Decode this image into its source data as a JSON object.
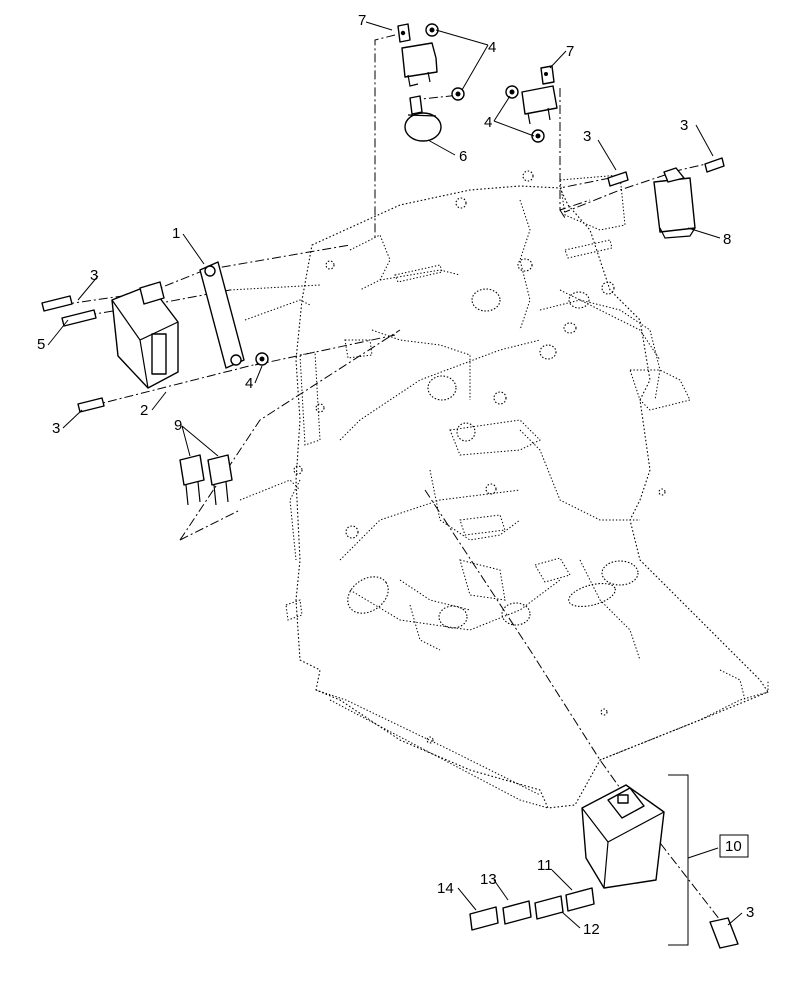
{
  "callouts": [
    {
      "id": "c7a",
      "text": "7"
    },
    {
      "id": "c4a",
      "text": "4"
    },
    {
      "id": "c7b",
      "text": "7"
    },
    {
      "id": "c4b",
      "text": "4"
    },
    {
      "id": "c6",
      "text": "6"
    },
    {
      "id": "c3a",
      "text": "3"
    },
    {
      "id": "c3b",
      "text": "3"
    },
    {
      "id": "c8",
      "text": "8"
    },
    {
      "id": "c1",
      "text": "1"
    },
    {
      "id": "c3c",
      "text": "3"
    },
    {
      "id": "c5",
      "text": "5"
    },
    {
      "id": "c4c",
      "text": "4"
    },
    {
      "id": "c2",
      "text": "2"
    },
    {
      "id": "c3d",
      "text": "3"
    },
    {
      "id": "c9",
      "text": "9"
    },
    {
      "id": "c10",
      "text": "10"
    },
    {
      "id": "c11",
      "text": "11"
    },
    {
      "id": "c13",
      "text": "13"
    },
    {
      "id": "c14",
      "text": "14"
    },
    {
      "id": "c12",
      "text": "12"
    },
    {
      "id": "c3e",
      "text": "3"
    }
  ]
}
